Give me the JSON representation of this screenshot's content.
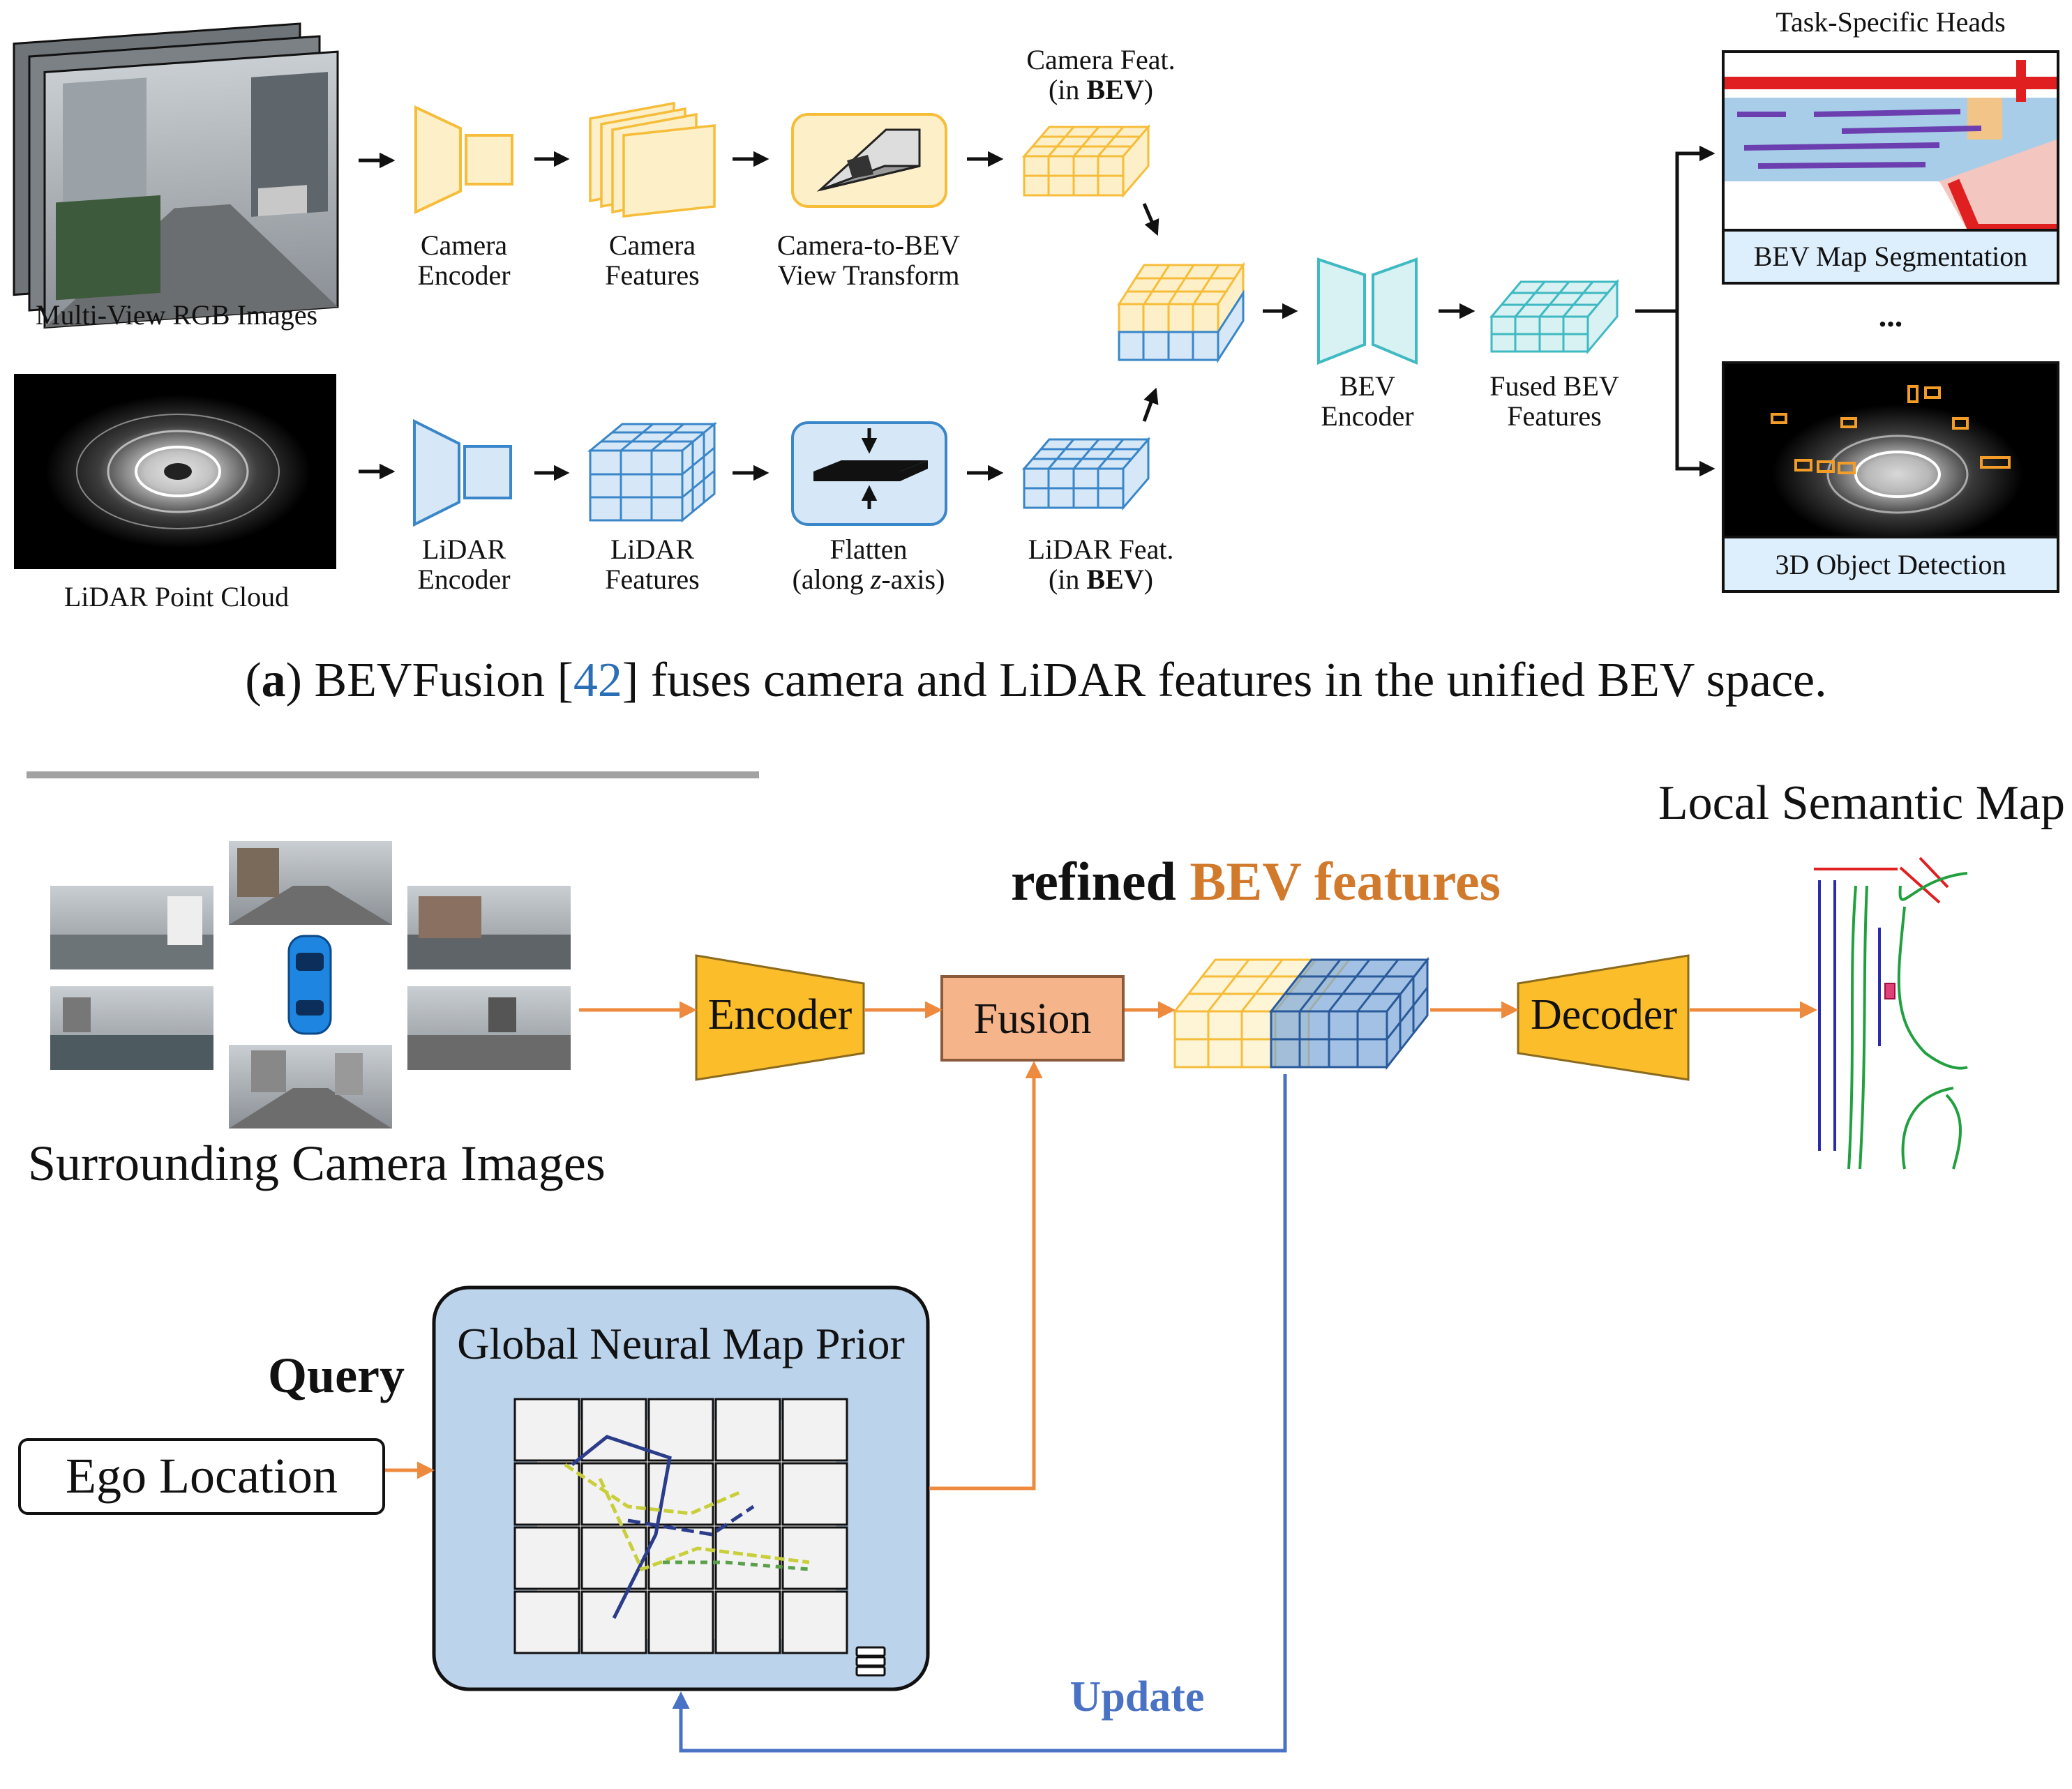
{
  "panel_a": {
    "multi_view_label": "Multi-View RGB Images",
    "lidar_cloud_label": "LiDAR Point Cloud",
    "camera_encoder": [
      "Camera",
      "Encoder"
    ],
    "camera_features": [
      "Camera",
      "Features"
    ],
    "cam_to_bev": [
      "Camera-to-BEV",
      "View Transform"
    ],
    "camera_feat_bev": {
      "line1": "Camera Feat.",
      "pre": "(in ",
      "bold": "BEV",
      "post": ")"
    },
    "lidar_encoder": [
      "LiDAR",
      "Encoder"
    ],
    "lidar_features": [
      "LiDAR",
      "Features"
    ],
    "flatten": {
      "line1": "Flatten",
      "pre": "(along ",
      "italic": "z",
      "post": "-axis)"
    },
    "lidar_feat_bev": {
      "line1": "LiDAR Feat.",
      "pre": "(in ",
      "bold": "BEV",
      "post": ")"
    },
    "bev_encoder": [
      "BEV",
      "Encoder"
    ],
    "fused_bev": [
      "Fused BEV",
      "Features"
    ],
    "task_heads": "Task-Specific Heads",
    "seg_label": "BEV Map Segmentation",
    "ellipsis": "...",
    "det_label": "3D Object Detection",
    "caption": {
      "open": "(",
      "letter": "a",
      "close": ") BEVFusion [",
      "ref": "42",
      "rest": "] fuses camera and LiDAR features in the unified BEV space."
    }
  },
  "panel_b": {
    "surrounding_label": "Surrounding Camera Images",
    "encoder": "Encoder",
    "fusion": "Fusion",
    "refined_black": "refined ",
    "refined_orange": "BEV features",
    "decoder": "Decoder",
    "local_map": "Local Semantic Map",
    "query": "Query",
    "ego_location": "Ego Location",
    "global_prior": "Global Neural Map Prior",
    "update": "Update"
  },
  "colors": {
    "camera_orange": "#f6bd3a",
    "camera_fill": "#fdf0c8",
    "lidar_blue": "#3a86c8",
    "lidar_fill": "#d6e8f8",
    "bev_teal": "#3fb9c2",
    "bev_teal_fill": "#d8f1f3",
    "arrow_orange": "#ee8a3d",
    "update_blue": "#4a72c4",
    "refined_orange": "#d27a2c",
    "encoder_yellow": "#fbbd2a",
    "fusion_fill": "#f5b48a",
    "prior_fill": "#bcd3ec",
    "seg_label_fill": "#ddeefc",
    "caption_ref_blue": "#2a6fb5"
  }
}
